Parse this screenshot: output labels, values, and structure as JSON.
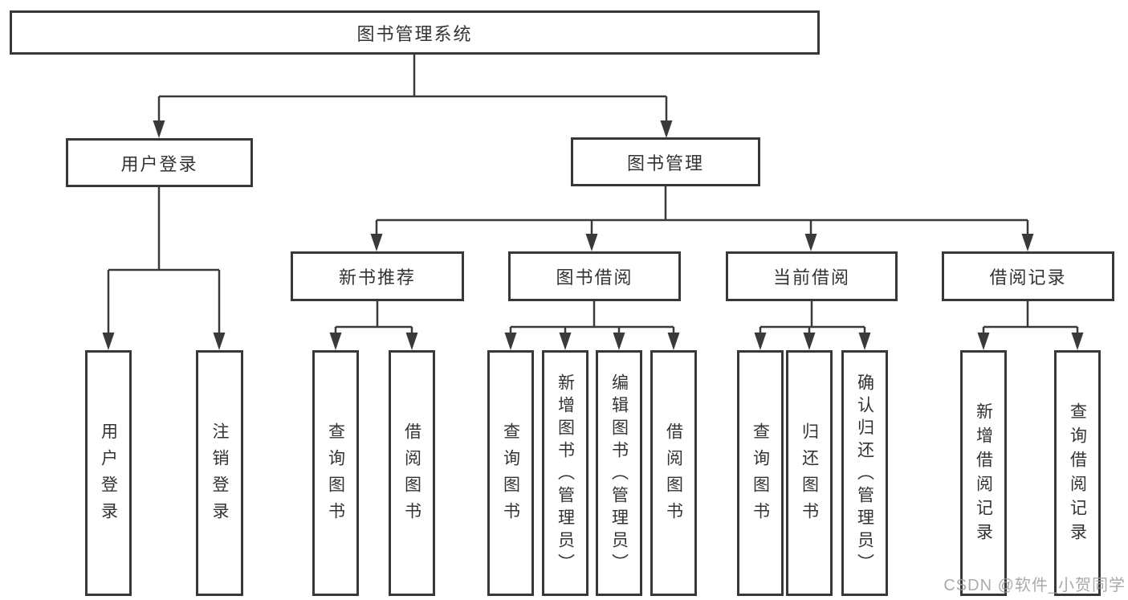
{
  "diagram": {
    "title": "图书管理系统",
    "branches": [
      {
        "label": "用户登录",
        "children": [
          {
            "label": "用户登录"
          },
          {
            "label": "注销登录"
          }
        ]
      },
      {
        "label": "图书管理",
        "children": [
          {
            "label": "新书推荐",
            "children": [
              {
                "label": "查询图书"
              },
              {
                "label": "借阅图书"
              }
            ]
          },
          {
            "label": "图书借阅",
            "children": [
              {
                "label": "查询图书"
              },
              {
                "label": "新增图书（管理员）"
              },
              {
                "label": "编辑图书（管理员）"
              },
              {
                "label": "借阅图书"
              }
            ]
          },
          {
            "label": "当前借阅",
            "children": [
              {
                "label": "查询图书"
              },
              {
                "label": "归还图书"
              },
              {
                "label": "确认归还（管理员）"
              }
            ]
          },
          {
            "label": "借阅记录",
            "children": [
              {
                "label": "新增借阅记录"
              },
              {
                "label": "查询借阅记录"
              }
            ]
          }
        ]
      }
    ],
    "colors": {
      "line": "#3a3a3a",
      "text": "#333333",
      "watermark_gray": "#9f9f9f",
      "background": "#ffffff"
    }
  },
  "watermark": {
    "text": "CSDN @软件_小贺同学"
  }
}
